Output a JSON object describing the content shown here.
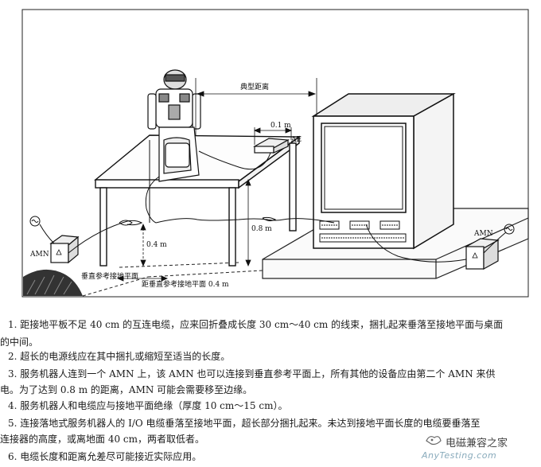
{
  "figure": {
    "labels": {
      "typical_distance": "典型距离",
      "dist_0_1m": "0.1 m",
      "ae": "AE",
      "dist_0_4m": "0.4 m",
      "dist_0_8m": "0.8 m",
      "amn_left": "AMN",
      "amn_right": "AMN",
      "vertical_ground_plane": "垂直参考接地平面",
      "distance_to_vertical_plane": "距垂直参考接地平面 0.4 m"
    }
  },
  "notes": [
    "1. 距接地平板不足 40 cm 的互连电缆，应来回折叠成长度 30 cm～40 cm 的线束，捆扎起来垂落至接地平面与桌面",
    "的中间。",
    "2. 超长的电源线应在其中捆扎或缩短至适当的长度。",
    "3. 服务机器人连到一个 AMN 上，该 AMN 也可以连接到垂直参考平面上，所有其他的设备应由第二个 AMN 来供",
    "电。为了达到 0.8 m 的距离，AMN 可能会需要移至边缘。",
    "4. 服务机器人和电缆应与接地平面绝缘（厚度 10 cm～15 cm）。",
    "5. 连接落地式服务机器人的 I/O 电缆垂落至接地平面，超长部分捆扎起来。未达到接地平面长度的电缆要垂落至",
    "连接器的高度，或离地面 40 cm，两者取低者。",
    "6. 电缆长度和距离允差尽可能接近实际应用。"
  ],
  "watermark": {
    "brand": "电磁兼容之家",
    "url": "AnyTesting.com"
  }
}
